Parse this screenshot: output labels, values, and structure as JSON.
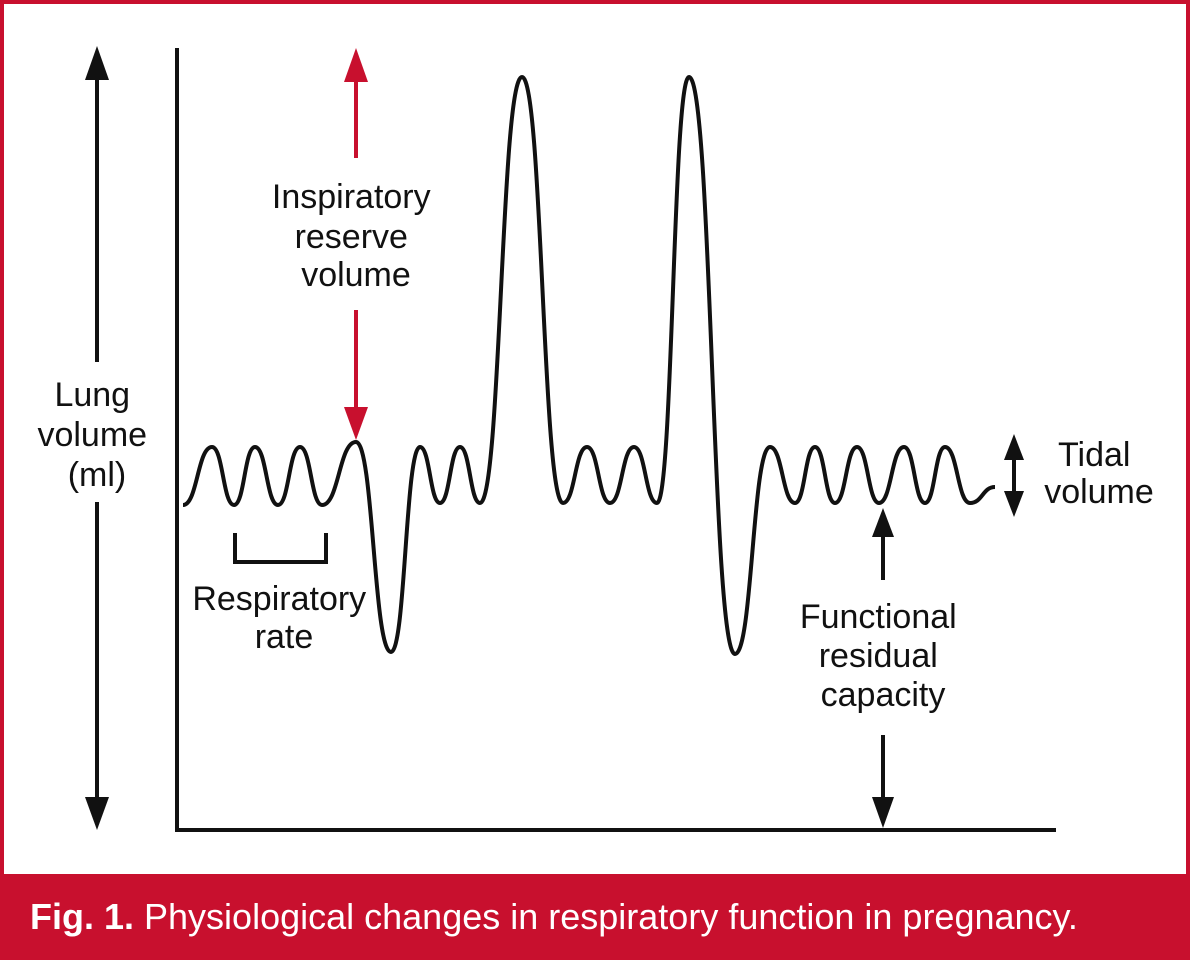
{
  "colors": {
    "accent": "#c8102e",
    "ink": "#111111",
    "caption_text": "#ffffff"
  },
  "labels": {
    "lung_volume": [
      "Lung",
      "volume",
      "(ml)"
    ],
    "inspiratory_reserve": [
      "Inspiratory",
      "reserve",
      "volume"
    ],
    "respiratory_rate": [
      "Respiratory",
      "rate"
    ],
    "tidal_volume": [
      "Tidal",
      "volume"
    ],
    "functional_residual": [
      "Functional",
      "residual",
      "capacity"
    ]
  },
  "caption": {
    "prefix": "Fig. 1.",
    "text": " Physiological changes in respiratory function in pregnancy."
  }
}
